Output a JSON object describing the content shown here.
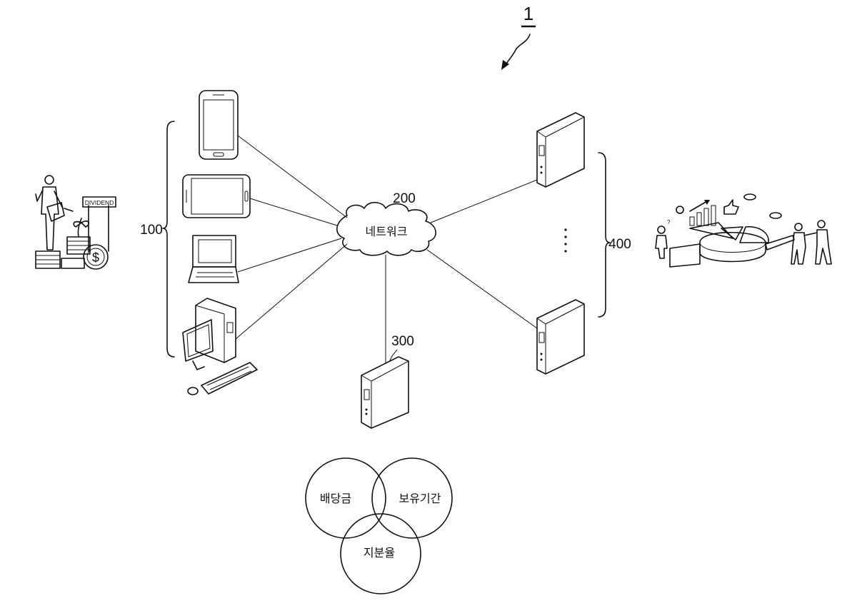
{
  "diagram": {
    "figure_number": "1",
    "labels": {
      "user_terminals": "100",
      "network": "200",
      "service_server": "300",
      "external_servers": "400"
    },
    "network_name": "네트워크",
    "ellipsis": "·\n·\n·\n·",
    "venn": {
      "circle_a": "배당금",
      "circle_b": "보유기간",
      "circle_c": "지분율"
    },
    "dividend_sign": "DIVIDEND",
    "currency_symbol": "$"
  }
}
